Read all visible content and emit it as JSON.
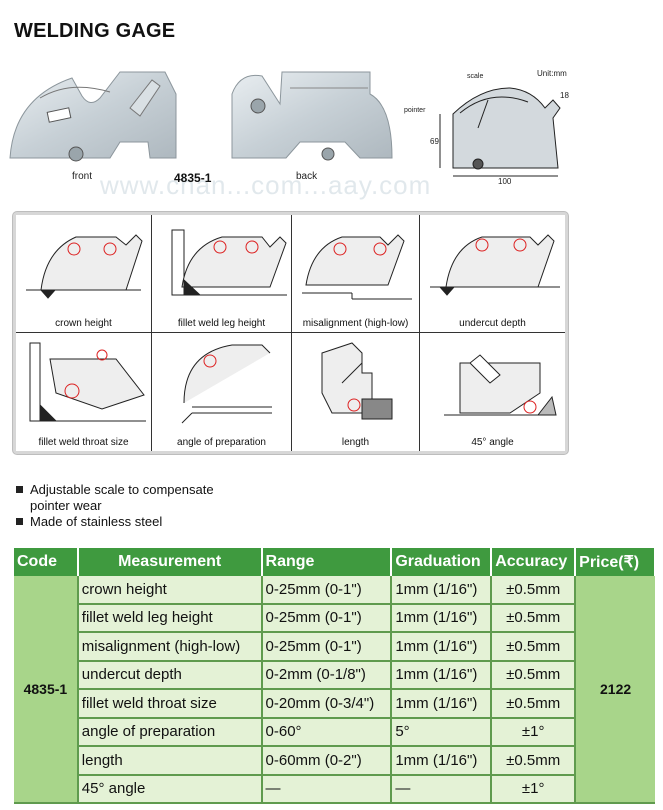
{
  "title": "WELDING GAGE",
  "hero": {
    "front_label": "front",
    "model": "4835-1",
    "back_label": "back",
    "diagram_labels": {
      "scale": "scale",
      "unit": "Unit:mm",
      "pointer": "pointer",
      "dim_height": "69",
      "dim_width": "100",
      "dim_side": "18"
    },
    "watermark": "www.chan...com...aay.com"
  },
  "applications": [
    {
      "caption": "crown height"
    },
    {
      "caption": "fillet weld leg height"
    },
    {
      "caption": "misalignment (high-low)"
    },
    {
      "caption": "undercut depth"
    },
    {
      "caption": "fillet weld throat size"
    },
    {
      "caption": "angle of preparation"
    },
    {
      "caption": "length"
    },
    {
      "caption": "45° angle"
    }
  ],
  "features": [
    "Adjustable scale to compensate pointer wear",
    "Made of stainless steel"
  ],
  "table": {
    "headers": {
      "code": "Code",
      "measurement": "Measurement",
      "range": "Range",
      "graduation": "Graduation",
      "accuracy": "Accuracy",
      "price": "Price(₹)"
    },
    "code": "4835-1",
    "price": "2122",
    "rows": [
      {
        "measurement": "crown height",
        "range": "0-25mm (0-1\")",
        "graduation": "1mm (1/16\")",
        "accuracy": "±0.5mm"
      },
      {
        "measurement": "fillet weld leg height",
        "range": "0-25mm (0-1\")",
        "graduation": "1mm (1/16\")",
        "accuracy": "±0.5mm"
      },
      {
        "measurement": "misalignment (high-low)",
        "range": "0-25mm (0-1\")",
        "graduation": "1mm (1/16\")",
        "accuracy": "±0.5mm"
      },
      {
        "measurement": "undercut depth",
        "range": "0-2mm (0-1/8\")",
        "graduation": "1mm (1/16\")",
        "accuracy": "±0.5mm"
      },
      {
        "measurement": "fillet weld throat size",
        "range": "0-20mm (0-3/4\")",
        "graduation": "1mm (1/16\")",
        "accuracy": "±0.5mm"
      },
      {
        "measurement": "angle of preparation",
        "range": "0-60°",
        "graduation": "5°",
        "accuracy": "±1°"
      },
      {
        "measurement": "length",
        "range": "0-60mm (0-2\")",
        "graduation": "1mm (1/16\")",
        "accuracy": "±0.5mm"
      },
      {
        "measurement": "45° angle",
        "range": "—",
        "graduation": "—",
        "accuracy": "±1°"
      }
    ]
  }
}
